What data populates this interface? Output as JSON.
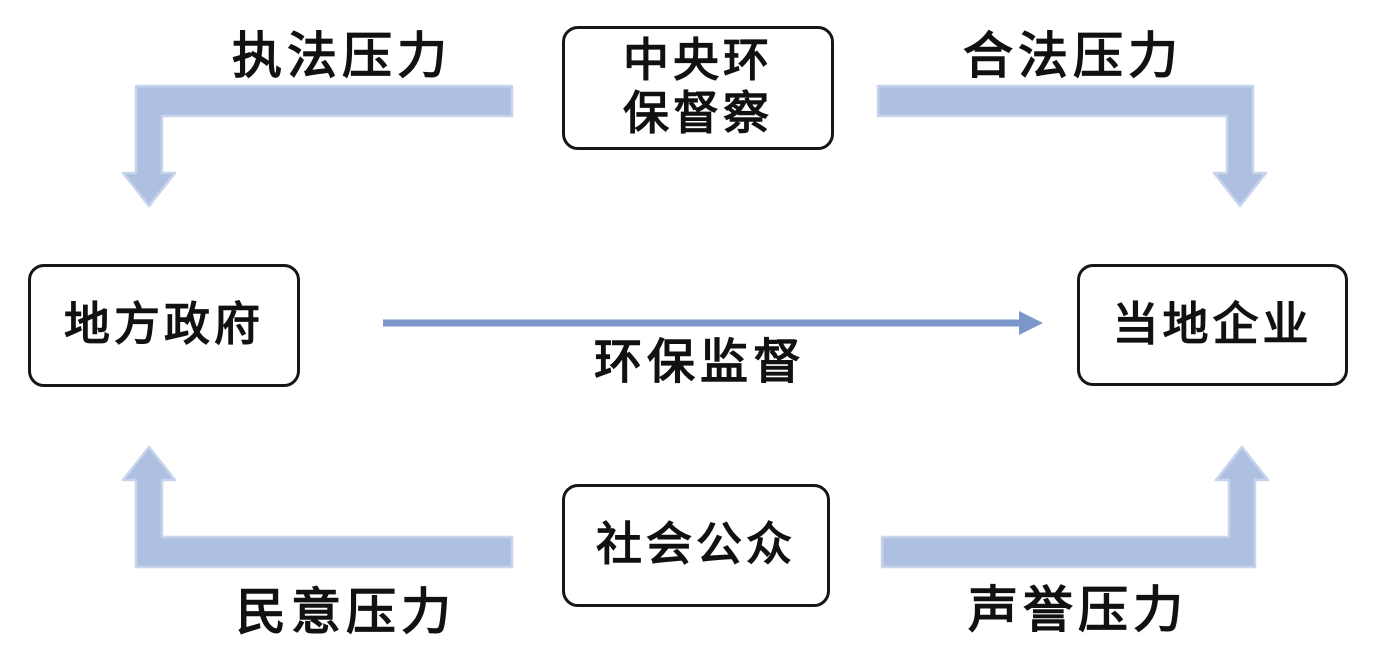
{
  "diagram": {
    "title": "",
    "nodes": {
      "central_inspection": {
        "label": "中央环保督察",
        "label_line1": "中央环",
        "label_line2": "保督察"
      },
      "local_government": {
        "label": "地方政府"
      },
      "local_enterprises": {
        "label": "当地企业"
      },
      "social_public": {
        "label": "社会公众"
      }
    },
    "edges": {
      "enforcement_pressure": {
        "label": "执法压力",
        "from": "中央环保督察",
        "to": "地方政府",
        "style": "thick-elbow"
      },
      "legitimacy_pressure": {
        "label": "合法压力",
        "from": "中央环保督察",
        "to": "当地企业",
        "style": "thick-elbow"
      },
      "environmental_supervision": {
        "label": "环保监督",
        "from": "地方政府",
        "to": "当地企业",
        "style": "thin-straight"
      },
      "public_opinion_pressure": {
        "label": "民意压力",
        "from": "社会公众",
        "to": "地方政府",
        "style": "thick-elbow"
      },
      "reputation_pressure": {
        "label": "声誉压力",
        "from": "社会公众",
        "to": "当地企业",
        "style": "thick-elbow"
      }
    },
    "colors": {
      "thick_arrow": "#adc0e1",
      "thick_arrow_edge": "#c8d4ec",
      "thin_arrow": "#7d97cb",
      "box_border": "#161616",
      "text": "#111111",
      "background": "#ffffff"
    }
  }
}
